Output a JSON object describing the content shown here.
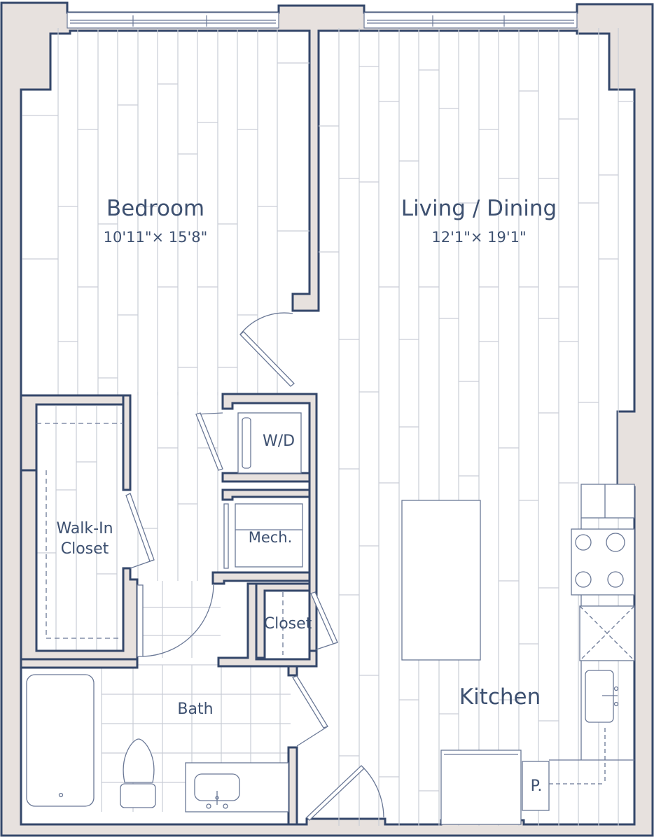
{
  "floorplan": {
    "rooms": {
      "bedroom": {
        "name": "Bedroom",
        "dimensions": "10'11\"× 15'8\""
      },
      "living": {
        "name": "Living / Dining",
        "dimensions": "12'1\"× 19'1\""
      },
      "walk_in_closet": {
        "line1": "Walk-In",
        "line2": "Closet"
      },
      "wd": "W/D",
      "mech": "Mech.",
      "closet": "Closet",
      "bath": "Bath",
      "kitchen": "Kitchen",
      "pantry": "P."
    },
    "colors": {
      "wall_fill": "#e7e1de",
      "wall_stroke": "#34476a",
      "floor_line": "#c9cdd6",
      "fixture_line": "#6a7896",
      "text": "#3d5070"
    }
  }
}
